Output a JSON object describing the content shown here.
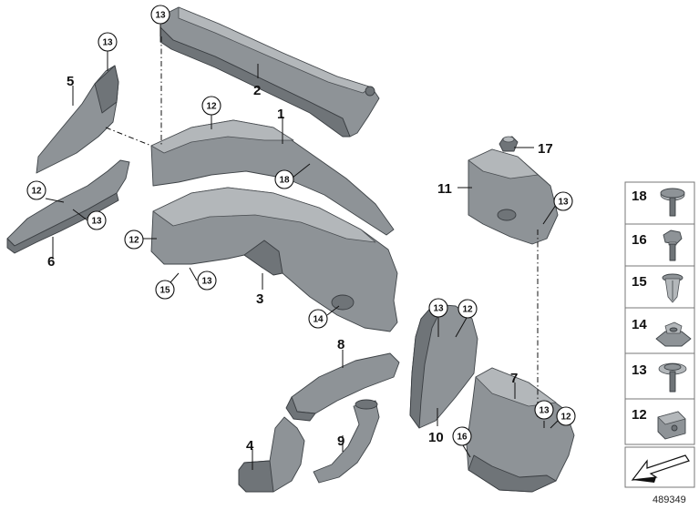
{
  "callouts": {
    "p1": "1",
    "p2": "2",
    "p3": "3",
    "p4": "4",
    "p5": "5",
    "p6": "6",
    "p7": "7",
    "p8": "8",
    "p9": "9",
    "p10": "10",
    "p11": "11",
    "p17": "17"
  },
  "circled": {
    "c13_top": "13",
    "c13_p5": "13",
    "c12_p1": "12",
    "c18_p1": "18",
    "c12_p6": "12",
    "c13_p6": "13",
    "c12_p3": "12",
    "c15_p3": "15",
    "c13_p3": "13",
    "c14_p3": "14",
    "c13_p10": "13",
    "c12_p10": "12",
    "c13_p11": "13",
    "c13_p7": "13",
    "c12_p7": "12",
    "c16_p7": "16"
  },
  "legend": {
    "items": [
      "18",
      "16",
      "15",
      "14",
      "13",
      "12"
    ]
  },
  "doc_number": "489349"
}
